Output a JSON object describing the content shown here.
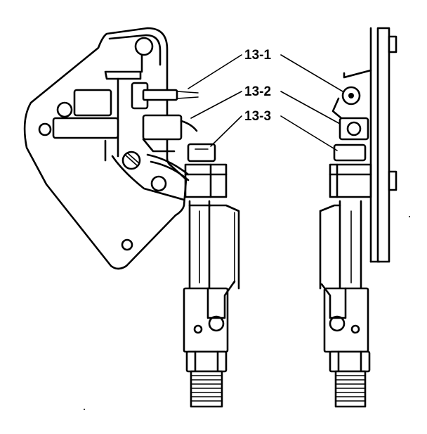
{
  "callouts": [
    {
      "id": "13-1",
      "text": "13-1"
    },
    {
      "id": "13-2",
      "text": "13-2"
    },
    {
      "id": "13-3",
      "text": "13-3"
    }
  ]
}
